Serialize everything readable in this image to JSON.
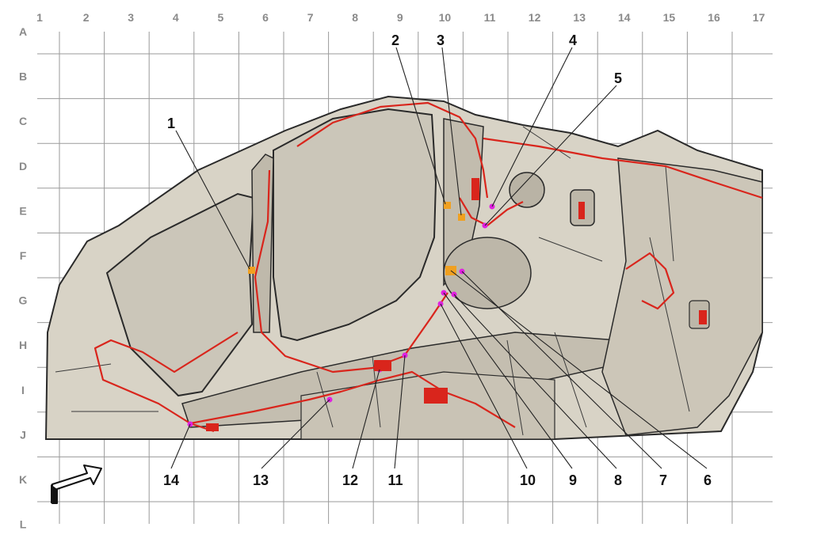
{
  "grid": {
    "columns": [
      "1",
      "2",
      "3",
      "4",
      "5",
      "6",
      "7",
      "8",
      "9",
      "10",
      "11",
      "12",
      "13",
      "14",
      "15",
      "16",
      "17"
    ],
    "rows": [
      "A",
      "B",
      "C",
      "D",
      "E",
      "F",
      "G",
      "H",
      "I",
      "J",
      "K",
      "L"
    ]
  },
  "callouts": {
    "top": [
      "1",
      "2",
      "3",
      "4",
      "5"
    ],
    "bottom": [
      "14",
      "13",
      "12",
      "11",
      "10",
      "9",
      "8",
      "7",
      "6"
    ]
  },
  "colors": {
    "background": "#ffffff",
    "grid_line": "#9a9a9a",
    "label_gray": "#8a8a8a",
    "body_fill": "#d8d3c6",
    "glass_fill": "#cbc6b9",
    "outline": "#2a2a2a",
    "harness_red": "#d9251c",
    "connector_orange": "#f0a020",
    "connector_magenta": "#e020e0"
  },
  "icons": {
    "direction": "forward-arrow-icon"
  }
}
